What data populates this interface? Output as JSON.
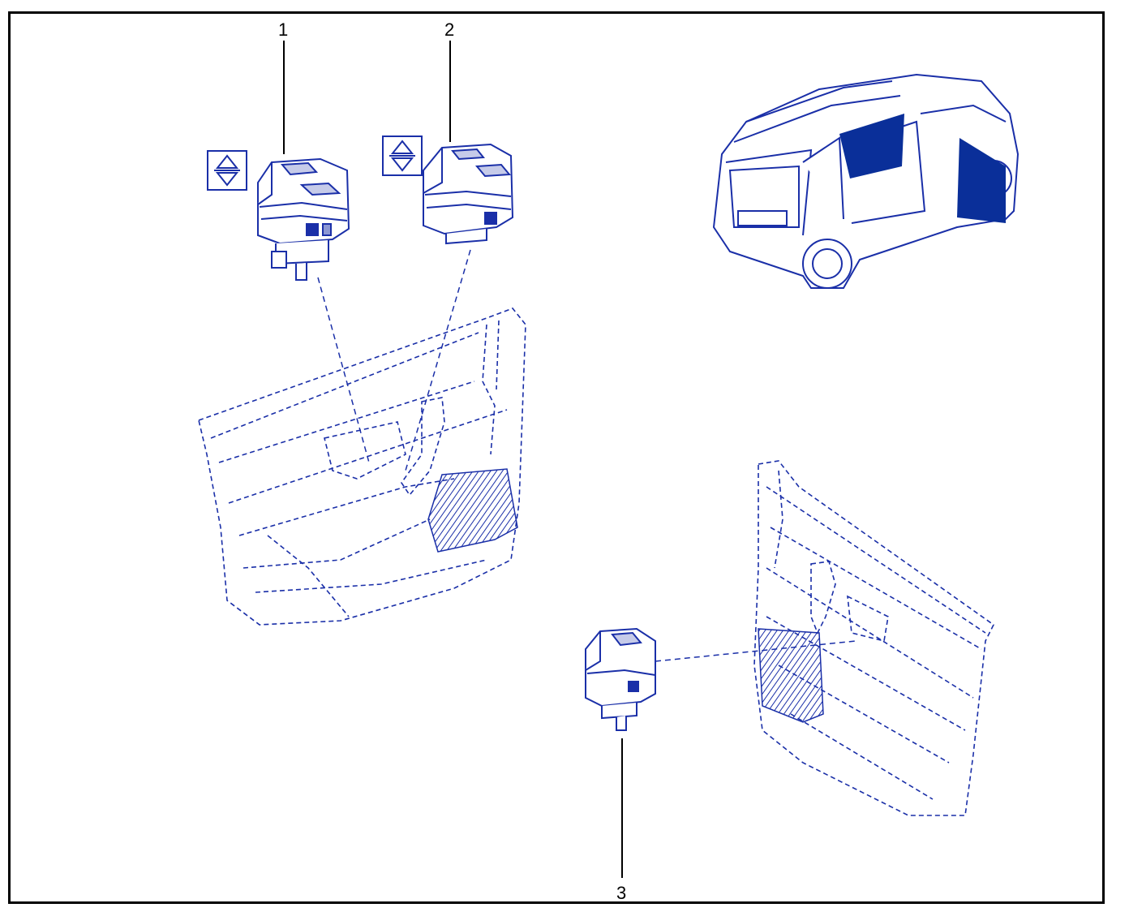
{
  "callouts": [
    {
      "id": "1",
      "label": "1"
    },
    {
      "id": "2",
      "label": "2"
    },
    {
      "id": "3",
      "label": "3"
    }
  ],
  "icons": {
    "switch_symbol": "up-down-arrows-icon"
  },
  "colors": {
    "line": "#1a2fa8",
    "fill_dark": "#0a2f99",
    "outline": "#000000",
    "background": "#ffffff"
  }
}
